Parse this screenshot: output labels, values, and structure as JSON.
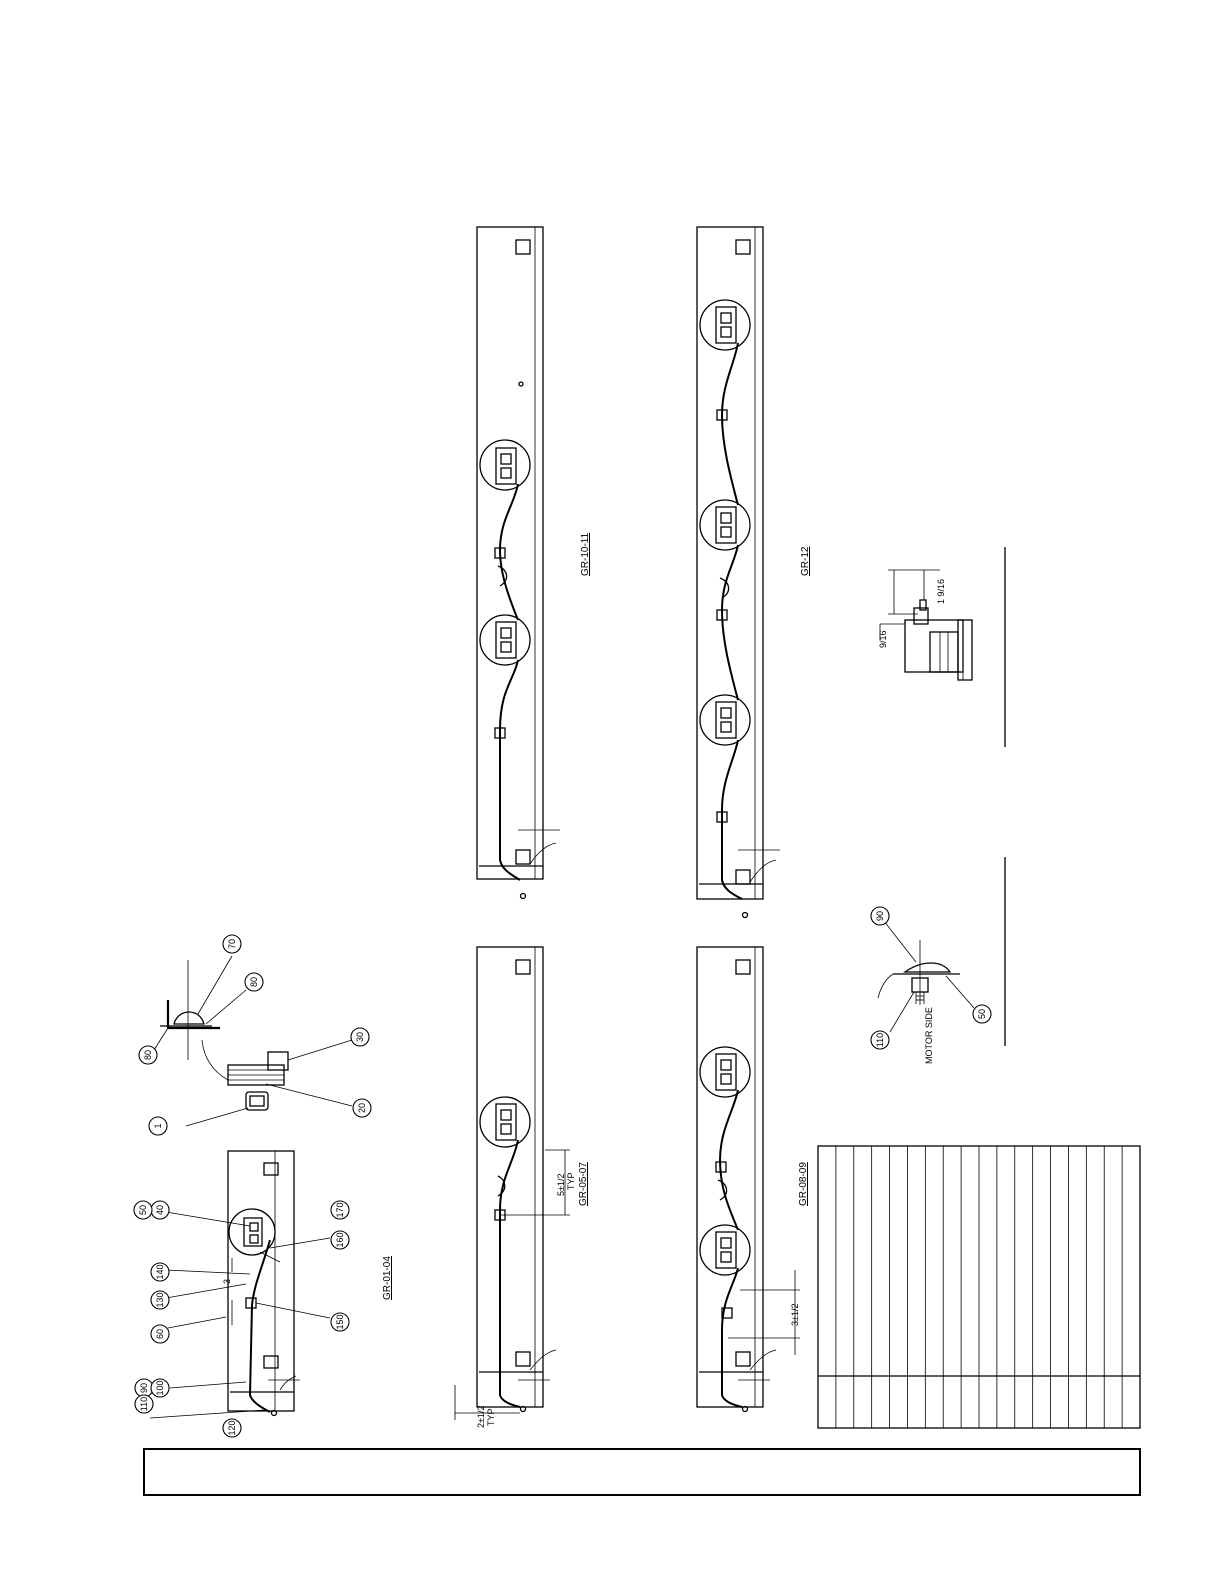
{
  "callouts": {
    "c1": "1",
    "c20": "20",
    "c30": "30",
    "c40": "40",
    "c50": "50",
    "c60": "60",
    "c70": "70",
    "c80": "80",
    "c90": "90",
    "c100": "100",
    "c110": "110",
    "c120": "120",
    "c130": "130",
    "c140": "140",
    "c150": "150",
    "c160": "160",
    "c170": "170"
  },
  "labels": {
    "gr_01_04": "GR-01-04",
    "gr_05_07": "GR-05-07",
    "gr_08_09": "GR-08-09",
    "gr_10_11": "GR-10-11",
    "gr_12": "GR-12"
  },
  "dimensions": {
    "dim_3": "3",
    "dim_2_half": "2±1/2",
    "dim_5_half": "5±1/2",
    "typ": "TYP",
    "dim_3_half": "3±1/2",
    "frac_9_16_a": "9/16",
    "frac_1_9_16": "1 9/16"
  },
  "notes": {
    "motor_side": "MOTOR SIDE"
  }
}
